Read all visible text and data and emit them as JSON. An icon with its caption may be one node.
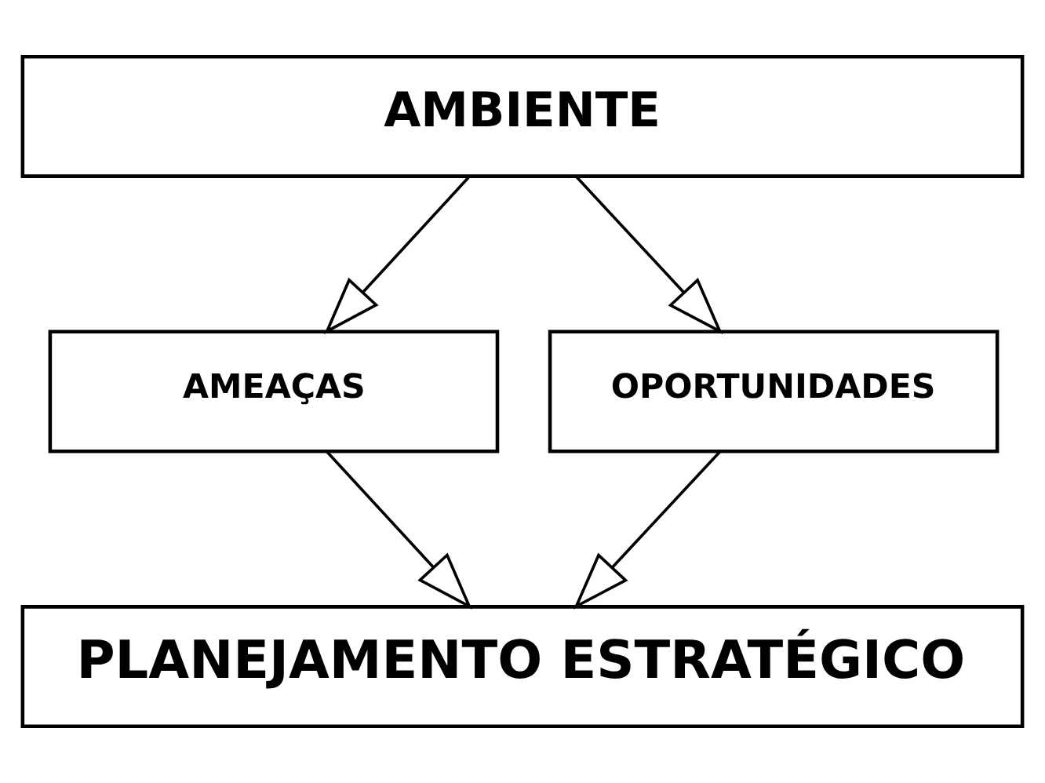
{
  "diagram": {
    "nodes": [
      {
        "text": [
          "AMBIENTE"
        ]
      },
      {
        "text": [
          "AMEAÇAS"
        ]
      },
      {
        "text": [
          "OPORTUNIDADES"
        ]
      },
      {
        "text": [
          "PLANEJAMENTO ESTRATÉGICO"
        ]
      }
    ],
    "edges": [
      {
        "from": 0,
        "to": 1,
        "arrow": "to"
      },
      {
        "from": 0,
        "to": 2,
        "arrow": "to"
      },
      {
        "from": 1,
        "to": 3,
        "arrow": "to"
      },
      {
        "from": 2,
        "to": 3,
        "arrow": "to"
      }
    ]
  }
}
